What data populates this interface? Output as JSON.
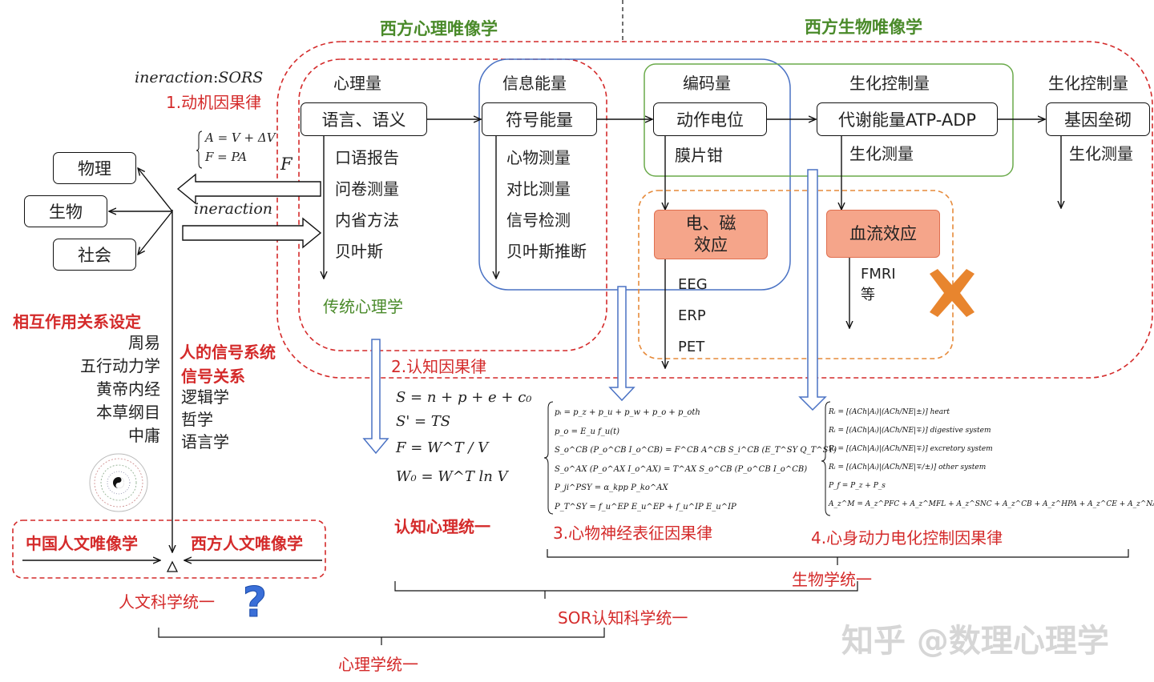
{
  "headings": {
    "west_psych": "西方心理唯像学",
    "west_bio": "西方生物唯像学"
  },
  "interaction_label": "ineraction",
  "interaction_sep": ":",
  "interaction_sors": "SORS",
  "motive_law": "1.动机因果律",
  "force_eq": {
    "line1": "A = V + ΔV",
    "line2": "F = PA",
    "F": "F"
  },
  "interaction2": "ineraction",
  "left_boxes": {
    "physics": "物理",
    "biology": "生物",
    "society": "社会"
  },
  "columns": {
    "psych_qty": "心理量",
    "info_energy": "信息能量",
    "coding_qty": "编码量",
    "biochem_ctrl": "生化控制量",
    "biochem_ctrl2": "生化控制量"
  },
  "boxes": {
    "lang": "语言、语义",
    "symbol": "符号能量",
    "action": "动作电位",
    "metab": "代谢能量ATP-ADP",
    "gene": "基因垒砌"
  },
  "lists": {
    "trad": [
      "口语报告",
      "问卷测量",
      "内省方法",
      "贝叶斯"
    ],
    "psyphy": [
      "心物测量",
      "对比测量",
      "信号检测",
      "贝叶斯推断"
    ],
    "patch": "膜片钳",
    "biochem_meas": "生化测量",
    "biochem_meas2": "生化测量",
    "eeg": [
      "EEG",
      "ERP",
      "PET"
    ],
    "fmri": [
      "FMRI",
      "等"
    ]
  },
  "orange": {
    "em": "电、磁\n效应",
    "blood": "血流效应"
  },
  "trad_psych": "传统心理学",
  "cog_law": "2.认知因果律",
  "left_text": {
    "interact_setting": "相互作用关系设定",
    "zhouyi": [
      "周易",
      "五行动力学",
      "黄帝内经",
      "本草纲目",
      "中庸"
    ],
    "signal_system": "人的信号系统",
    "signal_relation": "信号关系",
    "logic_list": [
      "逻辑学",
      "哲学",
      "语言学"
    ]
  },
  "formulas_cog": [
    "S = n + p + e + c₀",
    "S' = TS",
    "F = W^T / V",
    "W₀ = W^T ln V"
  ],
  "cog_unify": "认知心理统一",
  "psyneuro_law": "3.心物神经表征因果律",
  "formulas_pn": [
    "pᵢ = p_z + p_u + p_w + p_o + p_oth",
    "p_o = E_u f_u(t)",
    "S_o^CB (P_o^CB I_o^CB) = F^CB A^CB S_i^CB (E_T^SY Q_T^SY)",
    "S_o^AX (P_o^AX I_o^AX) = T^AX S_o^CB (P_o^CB I_o^CB)",
    "P_ji^PSY = α_kpp P_ko^AX",
    "P_T^SY = f_u^EP E_u^EP + f_u^IP E_u^IP"
  ],
  "formulas_mb": [
    "Rᵢ = [(ACh|Aᵢ)|(ACh/NE|±)] heart",
    "Rᵢ = [(ACh|Aᵢ)|(ACh/NE|∓)] digestive system",
    "Rᵢ = [(ACh|Aᵢ)|(ACh/NE|∓)] excretory system",
    "Rᵢ = [(ACh|Aᵢ)|(ACh/NE|∓/±)] other system",
    "P_f = P_z + P_s",
    "A_z^M = A_z^PFC + A_z^MFL + A_z^SNC + A_z^CB + A_z^HPA + A_z^CE + A_z^NA + A_z^Other"
  ],
  "mb_law": "4.心身动力电化控制因果律",
  "cn_human": "中国人文唯像学",
  "west_human": "西方人文唯像学",
  "human_unify": "人文科学统一",
  "bio_unify": "生物学统一",
  "sor_unify": "SOR认知科学统一",
  "psych_unify": "心理学统一",
  "watermark": "知乎 @数理心理学",
  "question": "?",
  "colors": {
    "red": "#d42a2a",
    "green": "#4a8a2a",
    "blue": "#4a72c4",
    "orange": "#e68a3a",
    "salmon": "#f5a58a"
  }
}
